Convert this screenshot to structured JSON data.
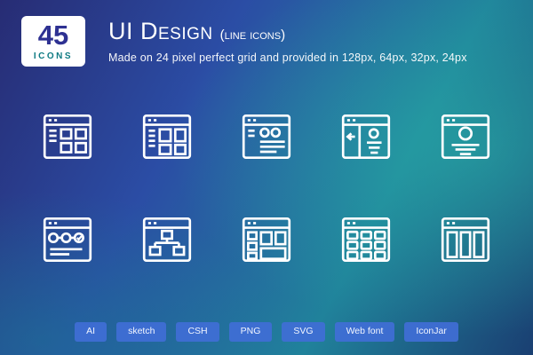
{
  "badge": {
    "count": "45",
    "label": "ICONS"
  },
  "header": {
    "title": "UI Design",
    "title_note": "(line icons)",
    "tagline": "Made on 24 pixel perfect grid and provided in 128px, 64px, 32px, 24px"
  },
  "icons": [
    {
      "name": "window-sidebar-grid"
    },
    {
      "name": "window-sidebar-cards"
    },
    {
      "name": "window-contact-list"
    },
    {
      "name": "window-slide-menu-profile"
    },
    {
      "name": "window-profile-page"
    },
    {
      "name": "window-progress-steps"
    },
    {
      "name": "window-sitemap"
    },
    {
      "name": "window-layout-blocks"
    },
    {
      "name": "window-data-table"
    },
    {
      "name": "window-column-layout"
    }
  ],
  "footer": {
    "tags": [
      "AI",
      "sketch",
      "CSH",
      "PNG",
      "SVG",
      "Web font",
      "IconJar"
    ]
  },
  "colors": {
    "badge_number": "#2e3192",
    "badge_label": "#0e7a82",
    "icon_stroke": "#ffffff",
    "tag_blue": "#406ed6",
    "bg_blue": "#2b4da5",
    "bg_teal": "#20829b"
  }
}
